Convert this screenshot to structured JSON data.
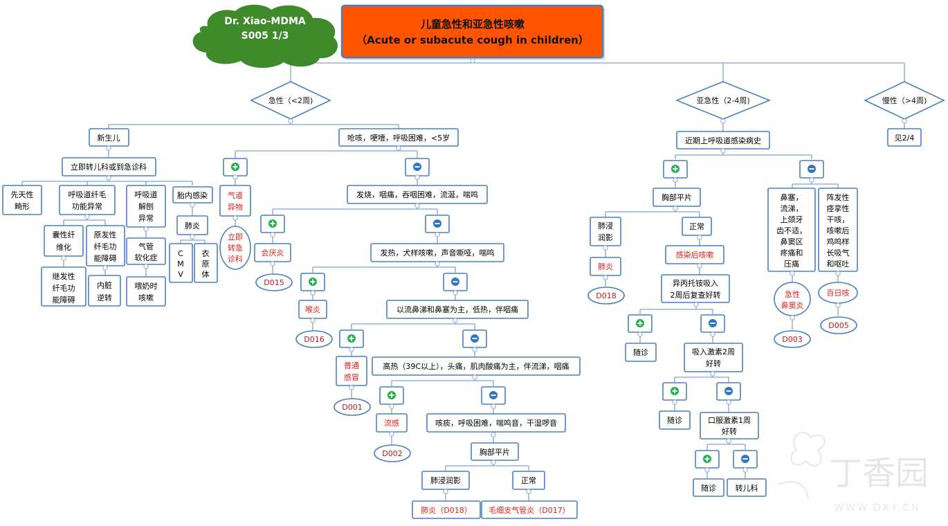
{
  "cloud": {
    "line1": "Dr. Xiao-MDMA",
    "line2": "S005 1/3"
  },
  "title": {
    "line1": "儿童急性和亚急性咳嗽",
    "line2": "（Acute or subacute cough in children）"
  },
  "colors": {
    "title_bg": "#ff5500",
    "cloud": "#3f8a2a",
    "red_text": "#e0201c",
    "plus": "#22b14c",
    "minus": "#2e76c8",
    "border": "#4a7fc1"
  },
  "watermark": {
    "logo": "丁香园",
    "url": "WWW.DXY.CN"
  },
  "decisions": {
    "acute": "急性（<2周)",
    "subacute": "亚急性（2-4周)",
    "chronic": "慢性（>4周)"
  },
  "nodes": {
    "newborn": "新生儿",
    "choke": "呛咳，哽噎，呼吸困难，<5岁",
    "transfer": "立即转儿科或到急诊科",
    "congenital": [
      "先天性",
      "畸形"
    ],
    "cilia": [
      "呼吸道纤毛",
      "功能异常"
    ],
    "anatomy": [
      "呼吸道",
      "解刨",
      "异常"
    ],
    "intrauterine": "胎内感染",
    "cf": [
      "囊性纤",
      "维化"
    ],
    "pcd": [
      "原发性",
      "纤毛功",
      "能障碍"
    ],
    "secondary": [
      "继发性",
      "纤毛功",
      "能障碍"
    ],
    "situs": [
      "内脏",
      "逆转"
    ],
    "tracheo": [
      "气管",
      "软化症"
    ],
    "feeding": [
      "喂奶时",
      "咳嗽"
    ],
    "pneumonia": "肺炎",
    "cmv": [
      "C",
      "M",
      "V"
    ],
    "chlamydia": [
      "衣",
      "原",
      "体"
    ],
    "foreign": [
      "气道",
      "异物"
    ],
    "er": [
      "立即",
      "转急",
      "诊科"
    ],
    "fever_sym": "发烧，咽痛，吞咽困难，流涎，喘鸣",
    "epiglottitis": "会厌炎",
    "croup_sym": "发热，犬样咳嗽，声音嘶哑，喘鸣",
    "laryngitis": "喉炎",
    "cold_sym": "以流鼻涕和鼻塞为主，低热，伴咽痛",
    "common_cold": [
      "普通",
      "感冒"
    ],
    "flu_sym": "高热（39C以上），头痛，肌肉酸痛为主，伴流涕，咽痛",
    "flu": "流感",
    "cough_sym": "咳痰，呼吸困难，喘鸣音，干湿啰音",
    "cxr": "胸部平片",
    "infiltrate": "肺浸润影",
    "normal": "正常",
    "pneu_d018": "肺炎（D018）",
    "bronchiolitis": "毛细支气管炎（D017）",
    "recent_uri": "近期上呼吸道感染病史",
    "cxr2": "胸部平片",
    "infiltrate2": [
      "肺浸",
      "润影"
    ],
    "normal2": "正常",
    "pneu2": "肺炎",
    "postinf": "感染后咳嗽",
    "ipratropium": [
      "异丙托铵吸入",
      "2周后复查好转"
    ],
    "follow1": "随诊",
    "inhaled": [
      "吸入激素2周",
      "好转"
    ],
    "follow2": "随诊",
    "oral": [
      "口服激素1周",
      "好转"
    ],
    "follow3": "随诊",
    "to_peds": "转儿科",
    "sinus_sym": [
      "鼻塞，",
      "流涕，",
      "上颌牙",
      "齿不适，",
      "鼻窦区",
      "疼痛和",
      "压痛"
    ],
    "pertussis_sym": [
      "阵发性",
      "痉挛性",
      "干咳，",
      "咳嗽后",
      "鸡鸣样",
      "长吸气",
      "和呕吐"
    ],
    "sinusitis": [
      "急性",
      "鼻窦炎"
    ],
    "pertussis": "百日咳",
    "see24": "见2/4"
  },
  "codes": {
    "d015": "D015",
    "d016": "D016",
    "d001": "D001",
    "d002": "D002",
    "d018": "D018",
    "d003": "D003",
    "d005": "D005"
  }
}
